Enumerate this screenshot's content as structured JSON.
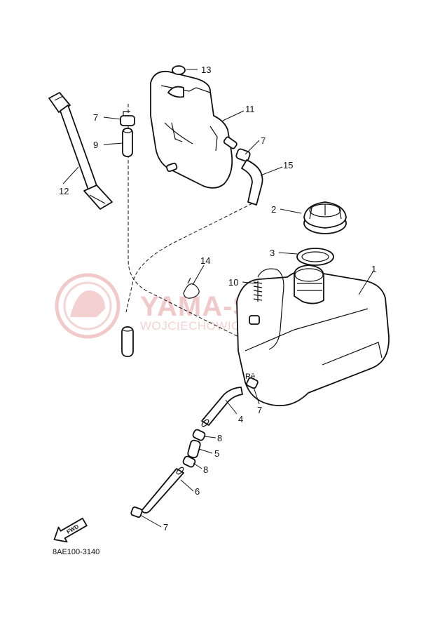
{
  "diagram": {
    "callouts": {
      "c1": "1",
      "c2": "2",
      "c3": "3",
      "c4": "4",
      "c5": "5",
      "c6": "6",
      "c7a": "7",
      "c7b": "7",
      "c7c": "7",
      "c7d": "7",
      "c8a": "8",
      "c8b": "8",
      "c9": "9",
      "c10": "10",
      "c11": "11",
      "c12": "12",
      "c13": "13",
      "c14": "14",
      "c15": "15"
    },
    "watermark_title": "YAMA-SKLEP.PL",
    "watermark_subtitle": "WOJCIECHOWICZ DEALER YAMAHA",
    "direction_label": "FWD",
    "part_code": "8AE100-3140",
    "tank_marking": "Rē"
  }
}
